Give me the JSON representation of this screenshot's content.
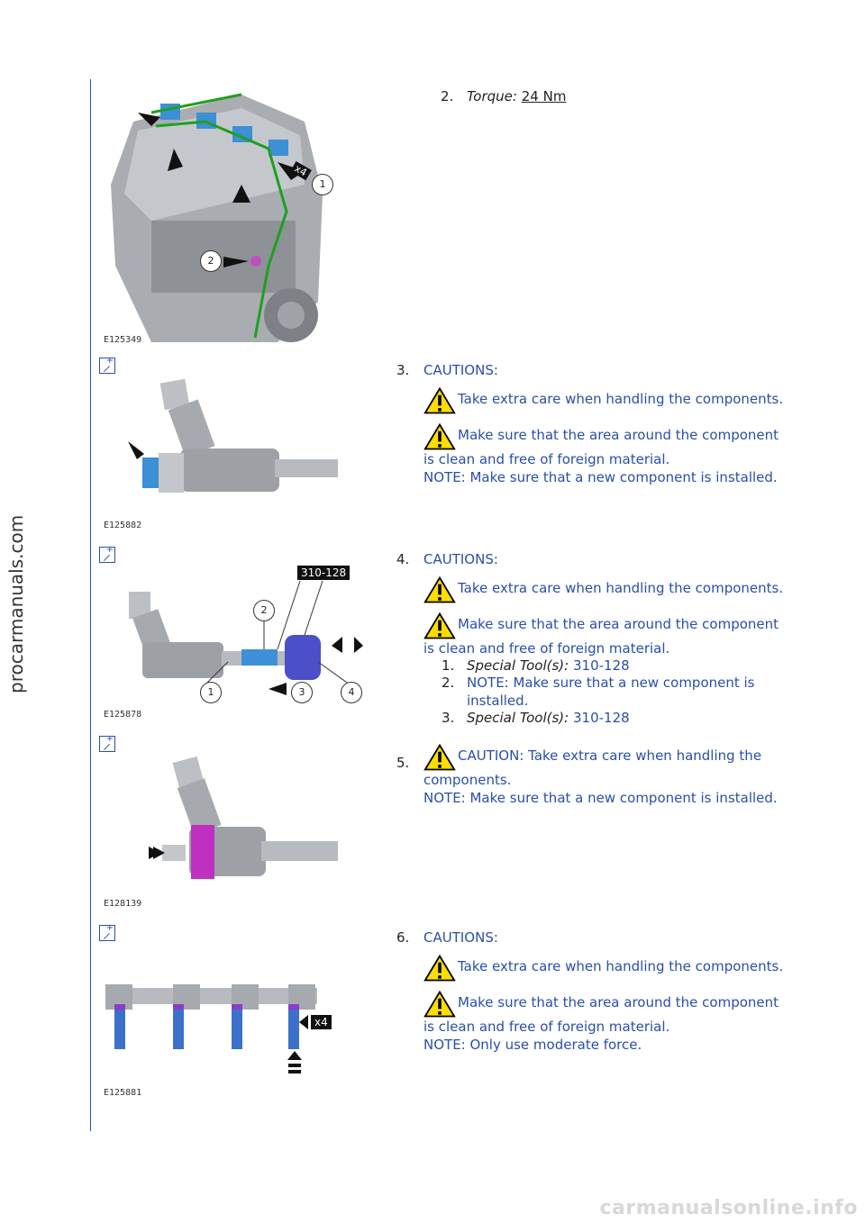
{
  "watermark_side": "procarmanuals.com",
  "watermark_bottom": "carmanualsonline.info",
  "figures": {
    "f1": "E125349",
    "f2": "E125882",
    "f3": "E125878",
    "f4": "E128139",
    "f5": "E125881"
  },
  "fig_labels": {
    "c1": "1",
    "c2": "2",
    "x4a": "x4",
    "tool": "310-128",
    "t1": "1",
    "t2": "2",
    "t3": "3",
    "t4": "4",
    "x4b": "x4"
  },
  "step2": {
    "num": "2.",
    "label": "Torque:",
    "value": "24 Nm"
  },
  "step3": {
    "num": "3.",
    "cautions": "CAUTIONS:",
    "c1": "Take extra care when handling the components.",
    "c2a": "Make sure that the area around the component",
    "c2b": "is clean and free of foreign material.",
    "note": "NOTE: Make sure that a new component is installed."
  },
  "step4": {
    "num": "4.",
    "cautions": "CAUTIONS:",
    "c1": "Take extra care when handling the components.",
    "c2a": "Make sure that the area around the component",
    "c2b": "is clean and free of foreign material.",
    "s1num": "1.",
    "s1label": "Special Tool(s):",
    "s1value": "310-128",
    "s2num": "2.",
    "s2a": "NOTE: Make sure that a new component is",
    "s2b": "installed.",
    "s3num": "3.",
    "s3label": "Special Tool(s):",
    "s3value": "310-128"
  },
  "step5": {
    "num": "5.",
    "caution": "CAUTION: Take extra care when handling the",
    "cont": "components.",
    "note": "NOTE: Make sure that a new component is installed."
  },
  "step6": {
    "num": "6.",
    "cautions": "CAUTIONS:",
    "c1": "Take extra care when handling the components.",
    "c2a": "Make sure that the area around the component",
    "c2b": "is clean and free of foreign material.",
    "note": "NOTE: Only use moderate force."
  }
}
